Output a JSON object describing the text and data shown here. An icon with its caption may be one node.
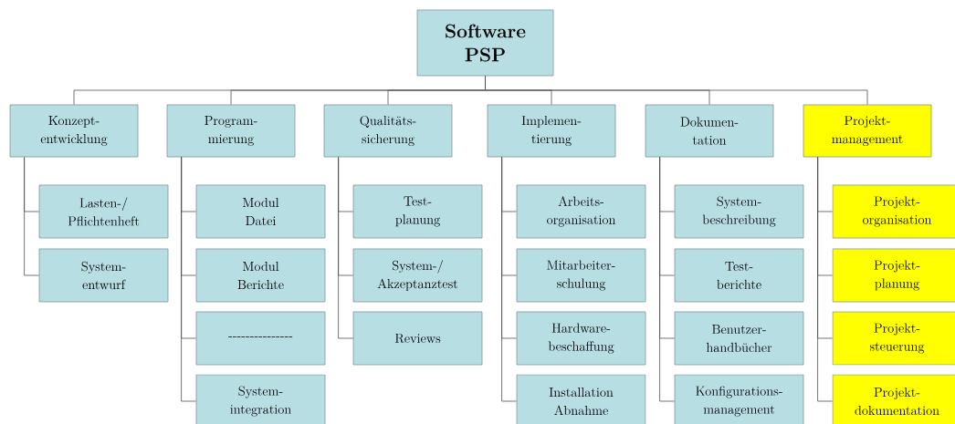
{
  "diagram": {
    "nodes": [
      {
        "text": [
          "Software PSP"
        ]
      },
      {
        "text": [
          "Konzept- entwicklung"
        ]
      },
      {
        "text": [
          "Program- mierung"
        ]
      },
      {
        "text": [
          "Qualitäts- sicherung"
        ]
      },
      {
        "text": [
          "Implemen- tierung"
        ]
      },
      {
        "text": [
          "Dokumen- tation"
        ]
      },
      {
        "text": [
          "Projekt- management"
        ]
      },
      {
        "text": [
          "Lasten-/ Pflichtenheft"
        ]
      },
      {
        "text": [
          "System- entwurf"
        ]
      },
      {
        "text": [
          "Modul Datei"
        ]
      },
      {
        "text": [
          "Modul Berichte"
        ]
      },
      {
        "text": [
          "---------------"
        ]
      },
      {
        "text": [
          "System- integration"
        ]
      },
      {
        "text": [
          "Test- planung"
        ]
      },
      {
        "text": [
          "System-/ Akzeptanztest"
        ]
      },
      {
        "text": [
          "Reviews"
        ]
      },
      {
        "text": [
          "Arbeits- organisation"
        ]
      },
      {
        "text": [
          "Mitarbeiter- schulung"
        ]
      },
      {
        "text": [
          "Hardware- beschaffung"
        ]
      },
      {
        "text": [
          "Installation Abnahme"
        ]
      },
      {
        "text": [
          "System- beschreibung"
        ]
      },
      {
        "text": [
          "Test- berichte"
        ]
      },
      {
        "text": [
          "Benutzer- handbücher"
        ]
      },
      {
        "text": [
          "Konfigurations- management"
        ]
      },
      {
        "text": [
          "Projekt- organisation"
        ]
      },
      {
        "text": [
          "Projekt- planung"
        ]
      },
      {
        "text": [
          "Projekt- steuerung"
        ]
      },
      {
        "text": [
          "Projekt- dokumentation"
        ]
      }
    ],
    "edges": [
      {
        "from": 0,
        "to": 1,
        "arrow": "none"
      },
      {
        "from": 0,
        "to": 2,
        "arrow": "none"
      },
      {
        "from": 0,
        "to": 3,
        "arrow": "none"
      },
      {
        "from": 0,
        "to": 4,
        "arrow": "none"
      },
      {
        "from": 0,
        "to": 5,
        "arrow": "none"
      },
      {
        "from": 0,
        "to": 6,
        "arrow": "none"
      },
      {
        "from": 1,
        "to": 7,
        "arrow": "none"
      },
      {
        "from": 1,
        "to": 8,
        "arrow": "none"
      },
      {
        "from": 2,
        "to": 9,
        "arrow": "none"
      },
      {
        "from": 2,
        "to": 10,
        "arrow": "none"
      },
      {
        "from": 2,
        "to": 11,
        "arrow": "none"
      },
      {
        "from": 2,
        "to": 12,
        "arrow": "none"
      },
      {
        "from": 3,
        "to": 13,
        "arrow": "none"
      },
      {
        "from": 3,
        "to": 14,
        "arrow": "none"
      },
      {
        "from": 3,
        "to": 15,
        "arrow": "none"
      },
      {
        "from": 4,
        "to": 16,
        "arrow": "none"
      },
      {
        "from": 4,
        "to": 17,
        "arrow": "none"
      },
      {
        "from": 4,
        "to": 18,
        "arrow": "none"
      },
      {
        "from": 4,
        "to": 19,
        "arrow": "none"
      },
      {
        "from": 5,
        "to": 20,
        "arrow": "none"
      },
      {
        "from": 5,
        "to": 21,
        "arrow": "none"
      },
      {
        "from": 5,
        "to": 22,
        "arrow": "none"
      },
      {
        "from": 5,
        "to": 23,
        "arrow": "none"
      },
      {
        "from": 6,
        "to": 24,
        "arrow": "none"
      },
      {
        "from": 6,
        "to": 25,
        "arrow": "none"
      },
      {
        "from": 6,
        "to": 26,
        "arrow": "none"
      },
      {
        "from": 6,
        "to": 27,
        "arrow": "none"
      }
    ]
  }
}
